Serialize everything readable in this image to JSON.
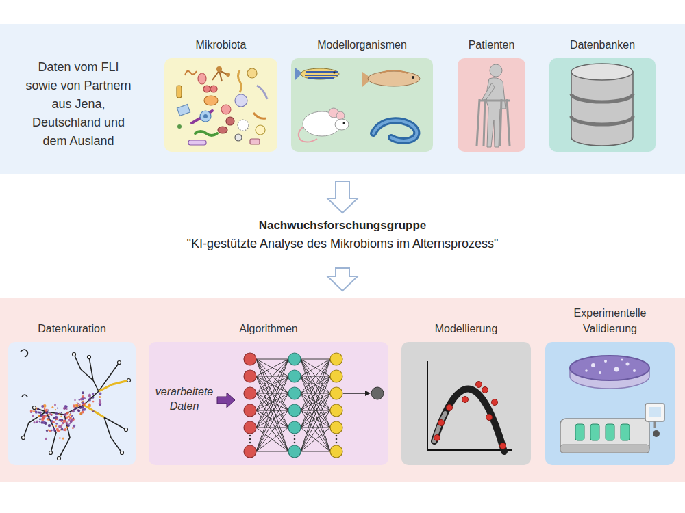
{
  "diagram": {
    "nodes": [
      {
        "text": [
          "Daten vom FLI sowie von Partnern aus Jena, Deutschland und dem Ausland"
        ]
      },
      {
        "text": [
          "Mikrobiota"
        ],
        "in": 0
      },
      {
        "text": [
          "Modellorganismen"
        ],
        "in": 0
      },
      {
        "text": [
          "Patienten"
        ],
        "in": 0
      },
      {
        "text": [
          "Datenbanken"
        ],
        "in": 0
      },
      {
        "text": []
      },
      {
        "text": [
          "Datenkuration"
        ],
        "in": 5
      },
      {
        "text": [
          "Algorithmen",
          "verarbeitete Daten"
        ],
        "in": 5
      },
      {
        "text": [
          "Modellierung"
        ],
        "in": 5
      },
      {
        "text": [
          "Experimentelle Validierung"
        ],
        "in": 5
      }
    ],
    "labels": [
      "Nachwuchsforschungsgruppe",
      "\"KI-gestützte Analyse des Mikrobioms im Alternsprozess\""
    ]
  }
}
